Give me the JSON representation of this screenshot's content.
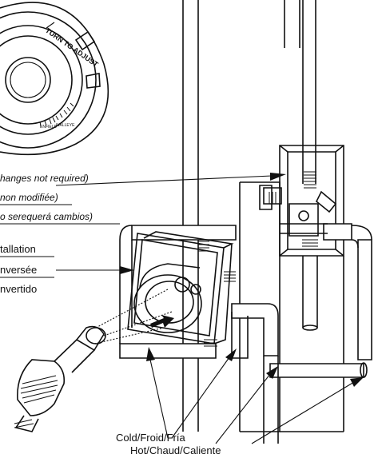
{
  "dial": {
    "ring_text": "TURN TO ADJUST",
    "scale_labels": [
      "ENFIELD",
      "WALLEYE"
    ]
  },
  "callouts": {
    "note_lines": [
      "hanges not required)",
      "non modifiée)",
      "o serequerá cambios)"
    ],
    "installation_lines": [
      "tallation",
      "nversée",
      "nvertido"
    ],
    "cold_label": "Cold/Froid/Fría",
    "hot_label": "Hot/Chaud/Caliente"
  }
}
